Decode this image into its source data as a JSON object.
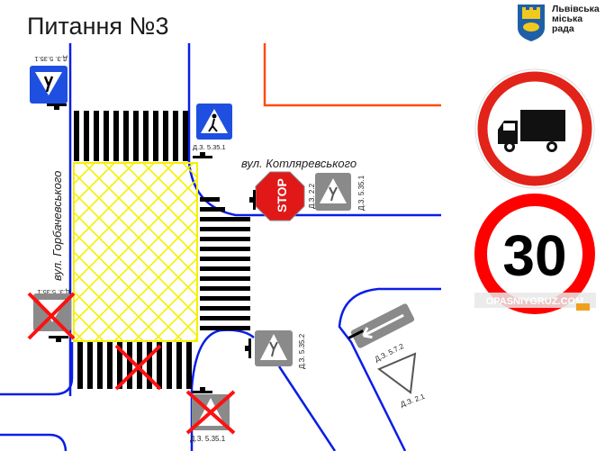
{
  "title": "Питання №3",
  "logo": {
    "lines": [
      "Львівська",
      "міська",
      "рада"
    ]
  },
  "streets": {
    "kotliarevskoho": "вул. Котляревського",
    "horbachevskoho": "вул. Горбачевського"
  },
  "signs": {
    "top_left_label": "Д.З. 5.35.1",
    "top_center_label": "Д.З. 5.35.1",
    "stop_label": "Д.З. 2.2",
    "stop_text": "STOP",
    "right_ped_label": "Д.З. 5.35.1",
    "left_mid_label": "Д.З. 5.35.1",
    "bottom_center_label": "Д.З. 5.35.1",
    "bottom_right_ped_label": "Д.З. 5.35.2",
    "one_way_label": "Д.З. 5.7.2",
    "yield_label": "Д.З. 2.1"
  },
  "right_signs": {
    "truck_ban": "truck-prohibited-sign",
    "speed_limit": "30",
    "watermark": "OPASNIYGRUZ.COM"
  },
  "colors": {
    "road_edge": "#0a1ee6",
    "orange_line": "#ff4a10",
    "yellow_hatch": "#f5f000",
    "cross_red": "#ff1010",
    "sign_blue": "#1e4fe0",
    "sign_gray": "#8a8a8a",
    "stop_red": "#e01818"
  }
}
